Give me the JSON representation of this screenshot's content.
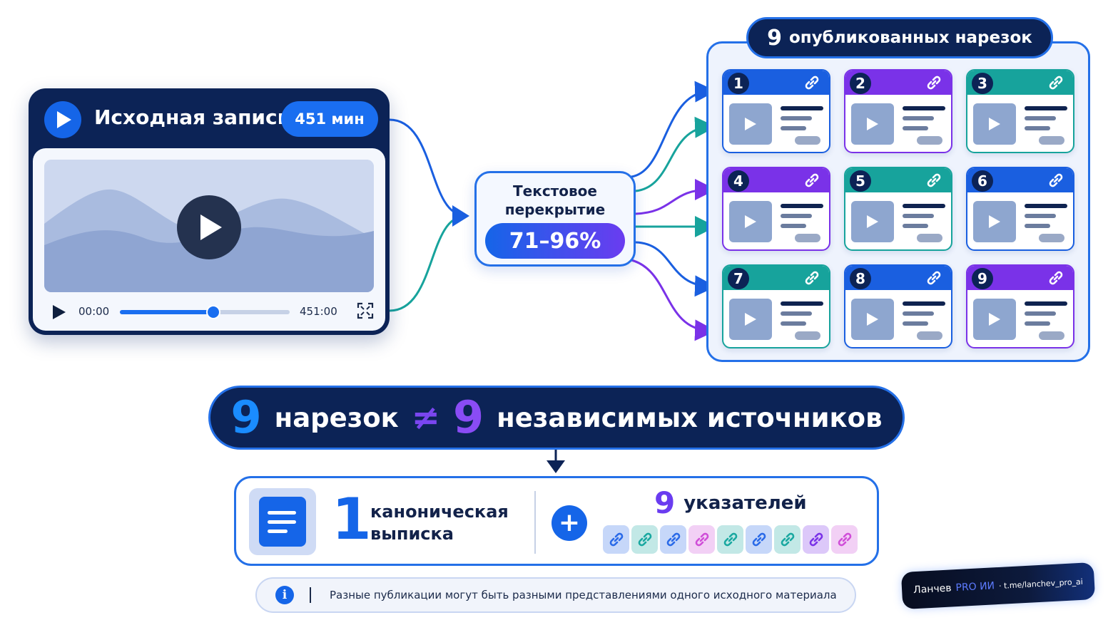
{
  "source": {
    "title": "Исходная запись",
    "duration": "451 мин",
    "time_start": "00:00",
    "time_end": "451:00",
    "progress_fraction": 0.55
  },
  "overlap": {
    "label_line1": "Текстовое",
    "label_line2": "перекрытие",
    "range": "71–96%"
  },
  "published": {
    "count": "9",
    "title": "опубликованных нарезок",
    "clips": [
      {
        "number": "1",
        "color": "#1a5fe0"
      },
      {
        "number": "2",
        "color": "#7a32e8"
      },
      {
        "number": "3",
        "color": "#17a39c"
      },
      {
        "number": "4",
        "color": "#7a32e8"
      },
      {
        "number": "5",
        "color": "#17a39c"
      },
      {
        "number": "6",
        "color": "#1a5fe0"
      },
      {
        "number": "7",
        "color": "#17a39c"
      },
      {
        "number": "8",
        "color": "#1a5fe0"
      },
      {
        "number": "9",
        "color": "#7a32e8"
      }
    ]
  },
  "banner": {
    "num_left": "9",
    "word_left": "нарезок",
    "neq": "≠",
    "num_right": "9",
    "word_right": "независимых источников"
  },
  "summary": {
    "canon_number": "1",
    "canon_line1": "каноническая",
    "canon_line2": "выписка",
    "plus": "+",
    "pointer_count": "9",
    "pointer_label": "указателей",
    "chip_colors": [
      "#2a6ae8",
      "#19a8a0",
      "#2a6ae8",
      "#d04ed8",
      "#19a8a0",
      "#2a6ae8",
      "#19a8a0",
      "#7a32e8",
      "#d04ed8"
    ]
  },
  "info": {
    "icon": "i",
    "text": "Разные публикации могут быть разными представлениями одного исходного материала"
  },
  "watermark": {
    "author": "Ланчев",
    "pro": "PRO ИИ",
    "link": "· t.me/lanchev_pro_ai"
  },
  "colors": {
    "navy": "#0c2356",
    "blue": "#1565e8",
    "purple": "#7a32e8",
    "teal": "#17a39c"
  }
}
